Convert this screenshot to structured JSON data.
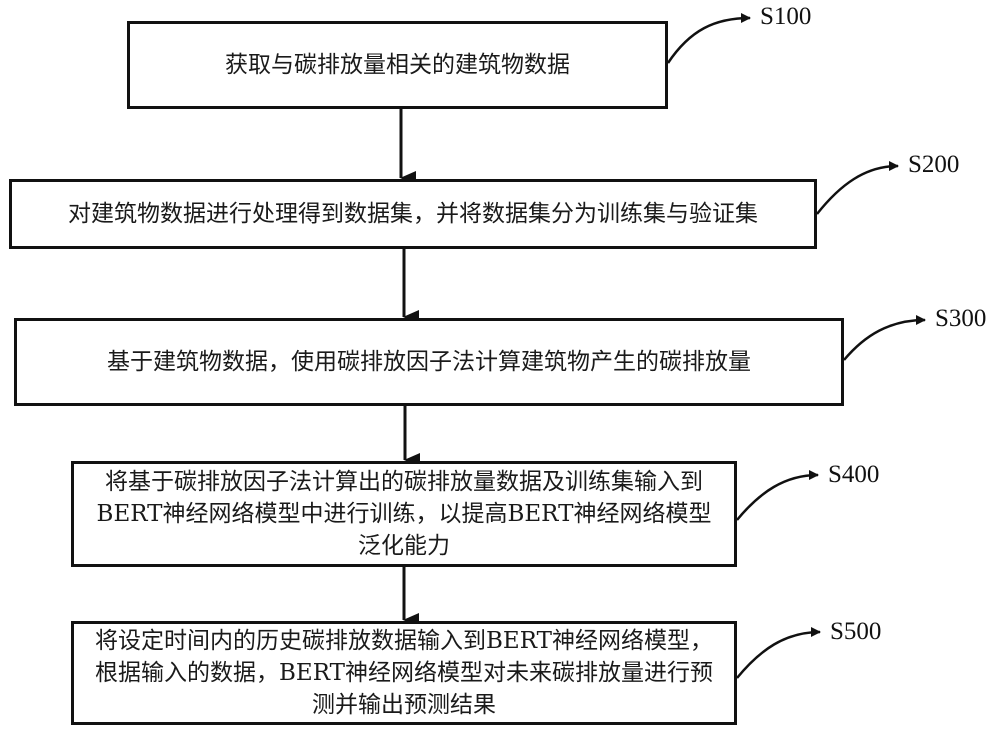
{
  "steps": [
    {
      "id": "S100",
      "text": "获取与碳排放量相关的建筑物数据"
    },
    {
      "id": "S200",
      "text": "对建筑物数据进行处理得到数据集，并将数据集分为训练集与验证集"
    },
    {
      "id": "S300",
      "text": "基于建筑物数据，使用碳排放因子法计算建筑物产生的碳排放量"
    },
    {
      "id": "S400",
      "text": "将基于碳排放因子法计算出的碳排放量数据及训练集输入到BERT神经网络模型中进行训练，以提高BERT神经网络模型泛化能力"
    },
    {
      "id": "S500",
      "text": "将设定时间内的历史碳排放数据输入到BERT神经网络模型，根据输入的数据，BERT神经网络模型对未来碳排放量进行预测并输出预测结果"
    }
  ]
}
